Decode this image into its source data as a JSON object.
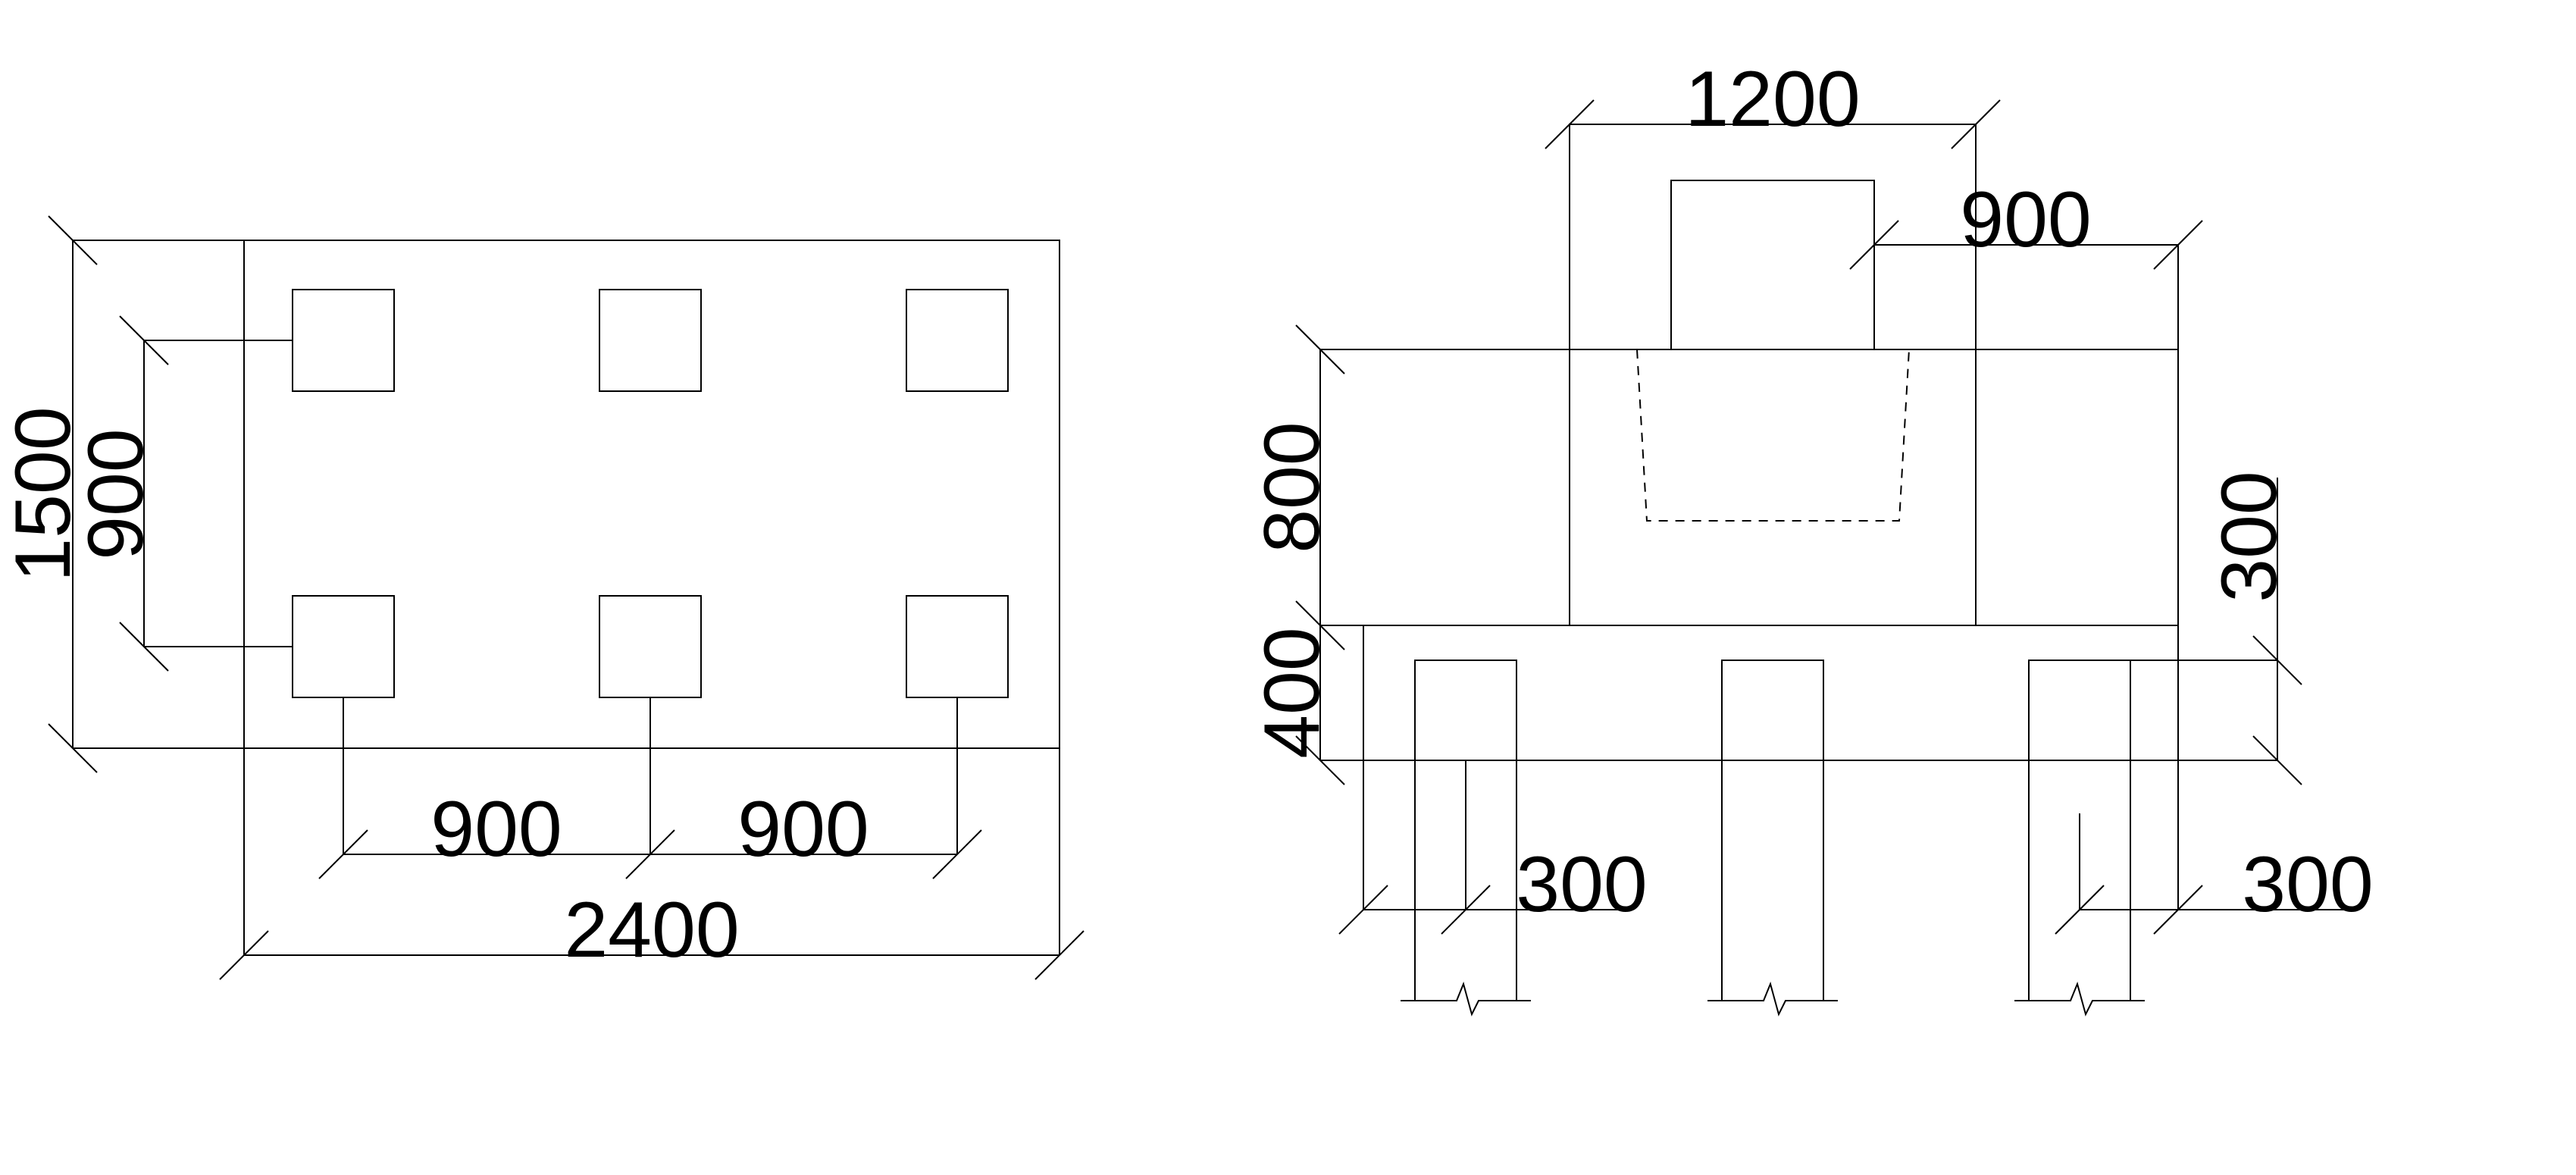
{
  "plan_view": {
    "dim_width_total": "2400",
    "dim_depth_total": "1500",
    "dim_pile_spacing_y": "900",
    "dim_pile_spacing_x1": "900",
    "dim_pile_spacing_x2": "900"
  },
  "section_view": {
    "dim_column_width": "1200",
    "dim_socket_width": "900",
    "dim_cap_height_upper": "800",
    "dim_cap_height_lower": "400",
    "dim_step_height": "300",
    "dim_pile_embed_left": "300",
    "dim_pile_embed_right": "300"
  },
  "colors": {
    "line": "#000000",
    "background": "#ffffff"
  }
}
